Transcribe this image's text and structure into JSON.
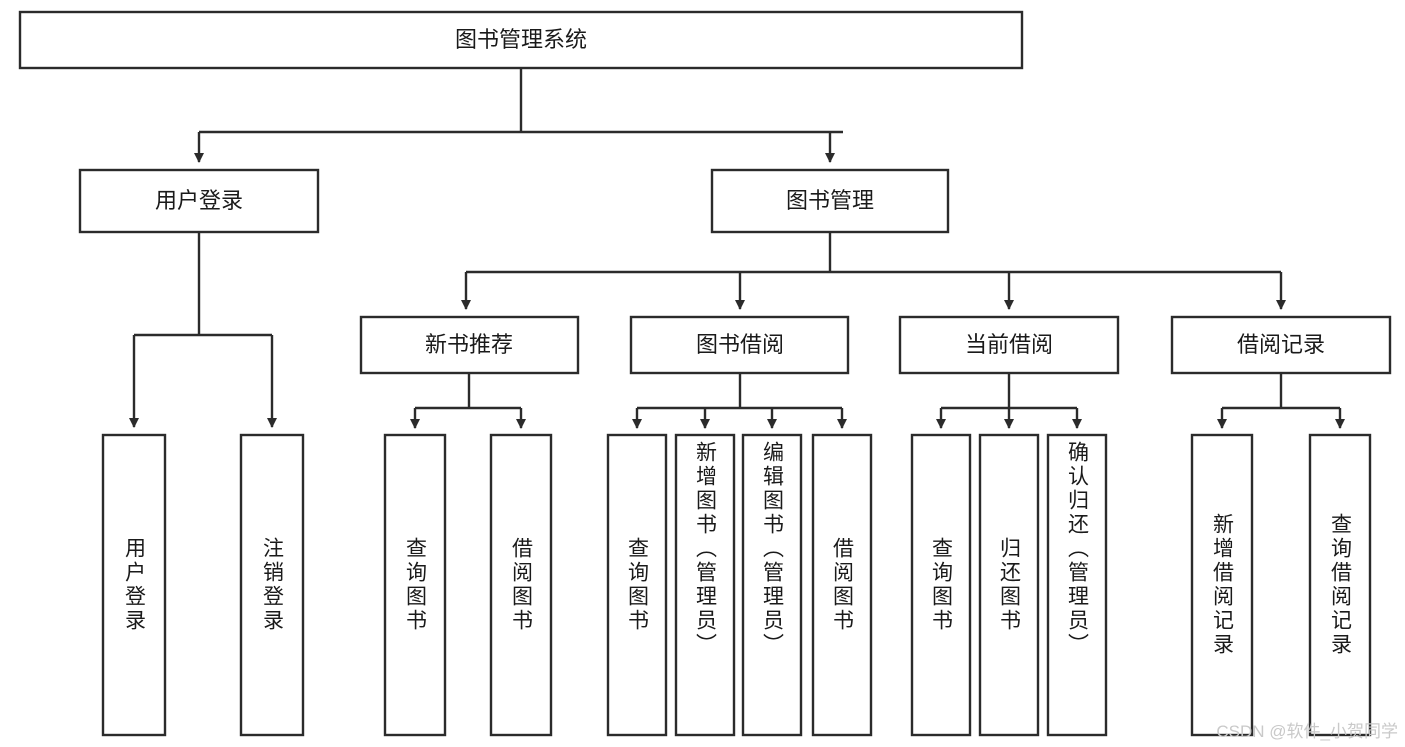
{
  "diagram": {
    "type": "tree-hierarchy",
    "title": "图书管理系统",
    "root": {
      "label": "图书管理系统"
    },
    "level2": [
      {
        "label": "用户登录"
      },
      {
        "label": "图书管理"
      }
    ],
    "level3": [
      {
        "label": "新书推荐"
      },
      {
        "label": "图书借阅"
      },
      {
        "label": "当前借阅"
      },
      {
        "label": "借阅记录"
      }
    ],
    "leaves": {
      "user_login": [
        {
          "label": "用户登录"
        },
        {
          "label": "注销登录"
        }
      ],
      "new_book_recommend": [
        {
          "label": "查询图书"
        },
        {
          "label": "借阅图书"
        }
      ],
      "book_borrow": [
        {
          "label": "查询图书"
        },
        {
          "label": "新增图书（管理员）"
        },
        {
          "label": "编辑图书（管理员）"
        },
        {
          "label": "借阅图书"
        }
      ],
      "current_borrow": [
        {
          "label": "查询图书"
        },
        {
          "label": "归还图书"
        },
        {
          "label": "确认归还（管理员）"
        }
      ],
      "borrow_record": [
        {
          "label": "新增借阅记录"
        },
        {
          "label": "查询借阅记录"
        }
      ]
    }
  },
  "watermark": {
    "text": "CSDN @软件_小贺同学"
  },
  "colors": {
    "box_stroke": "#2b2b2b",
    "box_fill": "#ffffff",
    "text": "#1a1a1a",
    "watermark": "#c9c9c9",
    "background": "#ffffff"
  }
}
